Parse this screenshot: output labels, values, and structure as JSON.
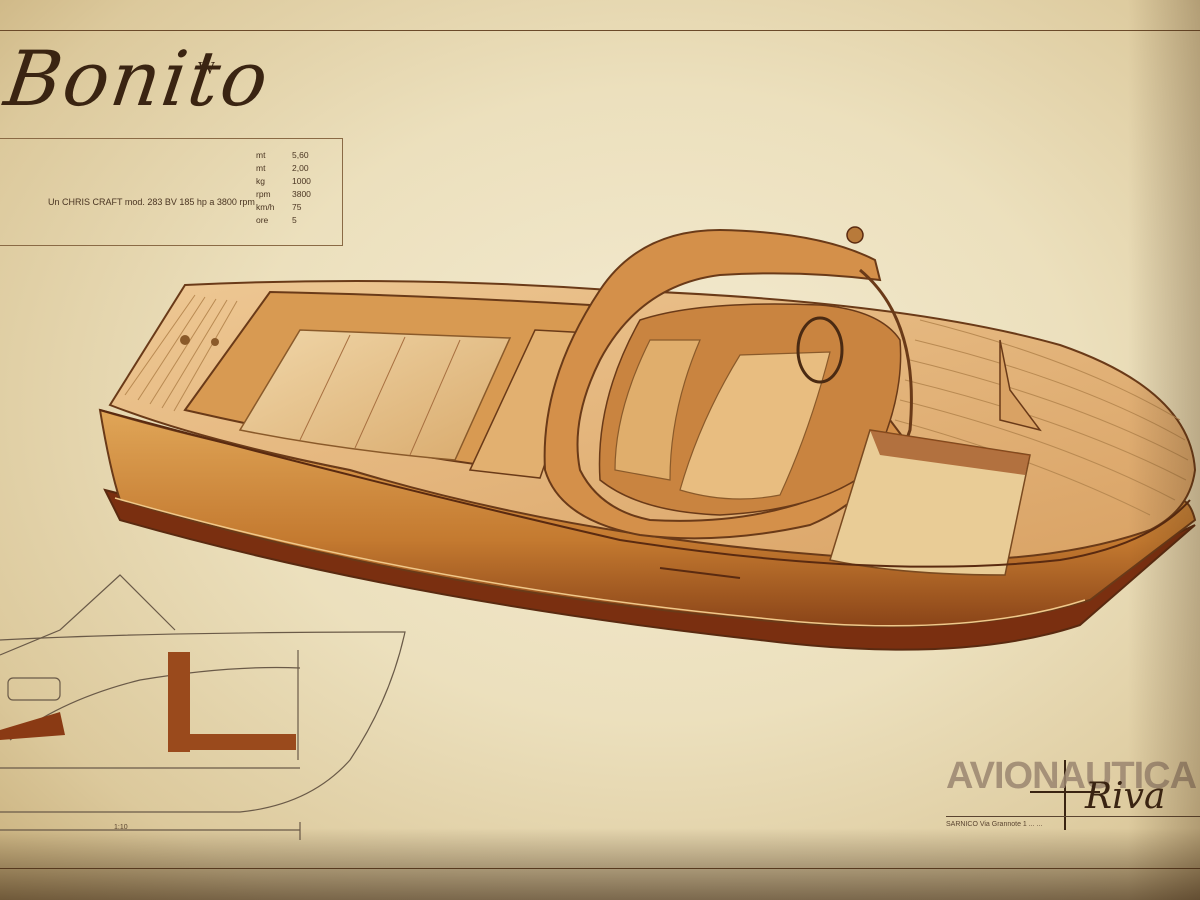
{
  "title": "Bonito",
  "title_mark": "W",
  "specs": {
    "engine_line": "Un CHRIS CRAFT mod. 283 BV   185 hp a 3800 rpm",
    "rows": [
      {
        "unit": "mt",
        "value": "5,60"
      },
      {
        "unit": "mt",
        "value": "2,00"
      },
      {
        "unit": "kg",
        "value": "1000"
      },
      {
        "unit": "rpm",
        "value": "3800"
      },
      {
        "unit": "km/h",
        "value": "75"
      },
      {
        "unit": "ore",
        "value": "5"
      }
    ]
  },
  "maker": {
    "name": "AVIONAUTICA",
    "signature": "Riva",
    "address": "SARNICO   Via Grannote 1 ...   ..."
  },
  "scale_note": "1:10",
  "colors": {
    "paper": "#ece0bd",
    "ink": "#3a2412",
    "hull_wood": "#c98a3c",
    "hull_dark": "#7a3a14",
    "deck": "#e6bd80"
  }
}
